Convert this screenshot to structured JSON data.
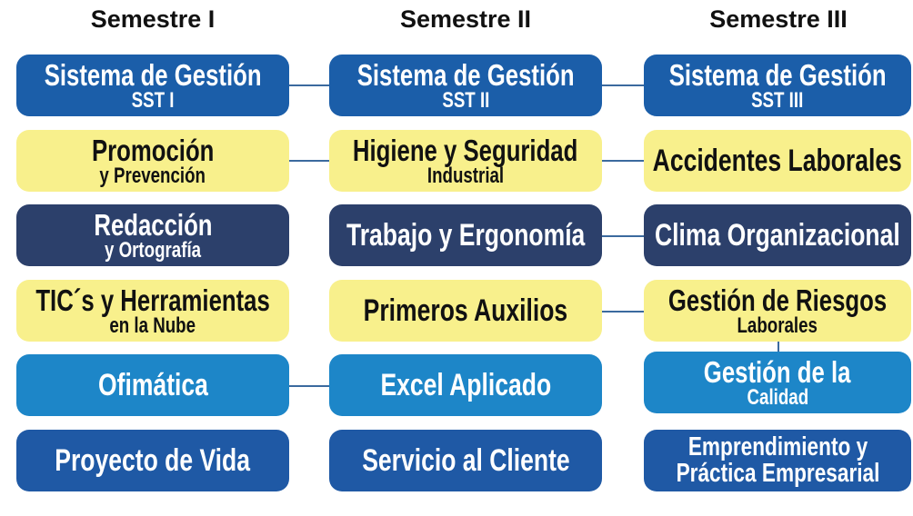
{
  "headers": [
    "Semestre I",
    "Semestre II",
    "Semestre III"
  ],
  "col1": [
    {
      "main": "Sistema de Gestión",
      "sub": "SST I"
    },
    {
      "main": "Promoción",
      "sub": "y Prevención"
    },
    {
      "main": "Redacción",
      "sub": "y Ortografía"
    },
    {
      "main": "TIC´s y Herramientas",
      "sub": "en la Nube"
    },
    {
      "main": "Ofimática"
    },
    {
      "main": "Proyecto de Vida"
    }
  ],
  "col2": [
    {
      "main": "Sistema de Gestión",
      "sub": "SST II"
    },
    {
      "main": "Higiene y Seguridad",
      "sub": "Industrial"
    },
    {
      "main": "Trabajo y Ergonomía"
    },
    {
      "main": "Primeros Auxilios"
    },
    {
      "main": "Excel Aplicado"
    },
    {
      "main": "Servicio al Cliente"
    }
  ],
  "col3": [
    {
      "main": "Sistema de Gestión",
      "sub": "SST III"
    },
    {
      "main": "Accidentes Laborales"
    },
    {
      "main": "Clima Organizacional"
    },
    {
      "main": "Gestión de Riesgos",
      "sub": "Laborales"
    },
    {
      "main": "Gestión de la",
      "sub": "Calidad"
    },
    {
      "main": "Emprendimiento y",
      "sub": "Práctica Empresarial"
    }
  ],
  "colors": {
    "sst": "#1b5ea9",
    "yellow": "#f8f08c",
    "navy": "#2c406b",
    "lightblue": "#1d86c8",
    "darkblue": "#1f59a5"
  }
}
